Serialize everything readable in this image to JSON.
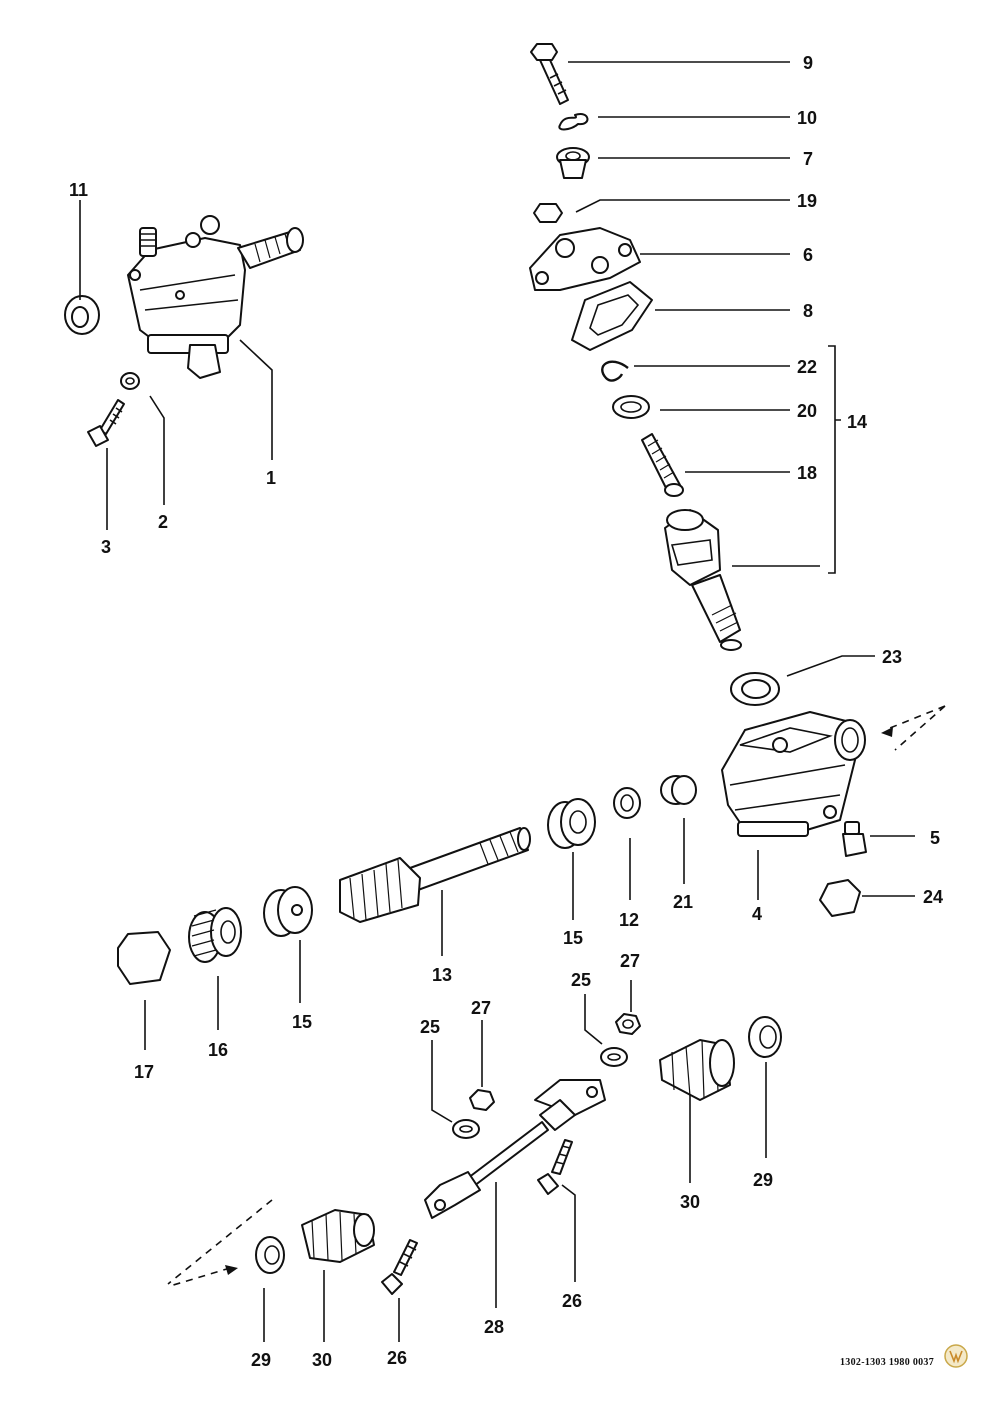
{
  "parts": {
    "p1": "1",
    "p2": "2",
    "p3": "3",
    "p4": "4",
    "p5": "5",
    "p6": "6",
    "p7": "7",
    "p8": "8",
    "p9": "9",
    "p10": "10",
    "p11": "11",
    "p12": "12",
    "p13": "13",
    "p14": "14",
    "p15": "15",
    "p16": "16",
    "p17": "17",
    "p18": "18",
    "p19": "19",
    "p20": "20",
    "p21": "21",
    "p22": "22",
    "p23": "23",
    "p24": "24",
    "p25": "25",
    "p26": "26",
    "p27": "27",
    "p28": "28",
    "p29": "29",
    "p30": "30"
  },
  "reference_code": "1302-1303 1980 0037",
  "logo_text": "VW"
}
